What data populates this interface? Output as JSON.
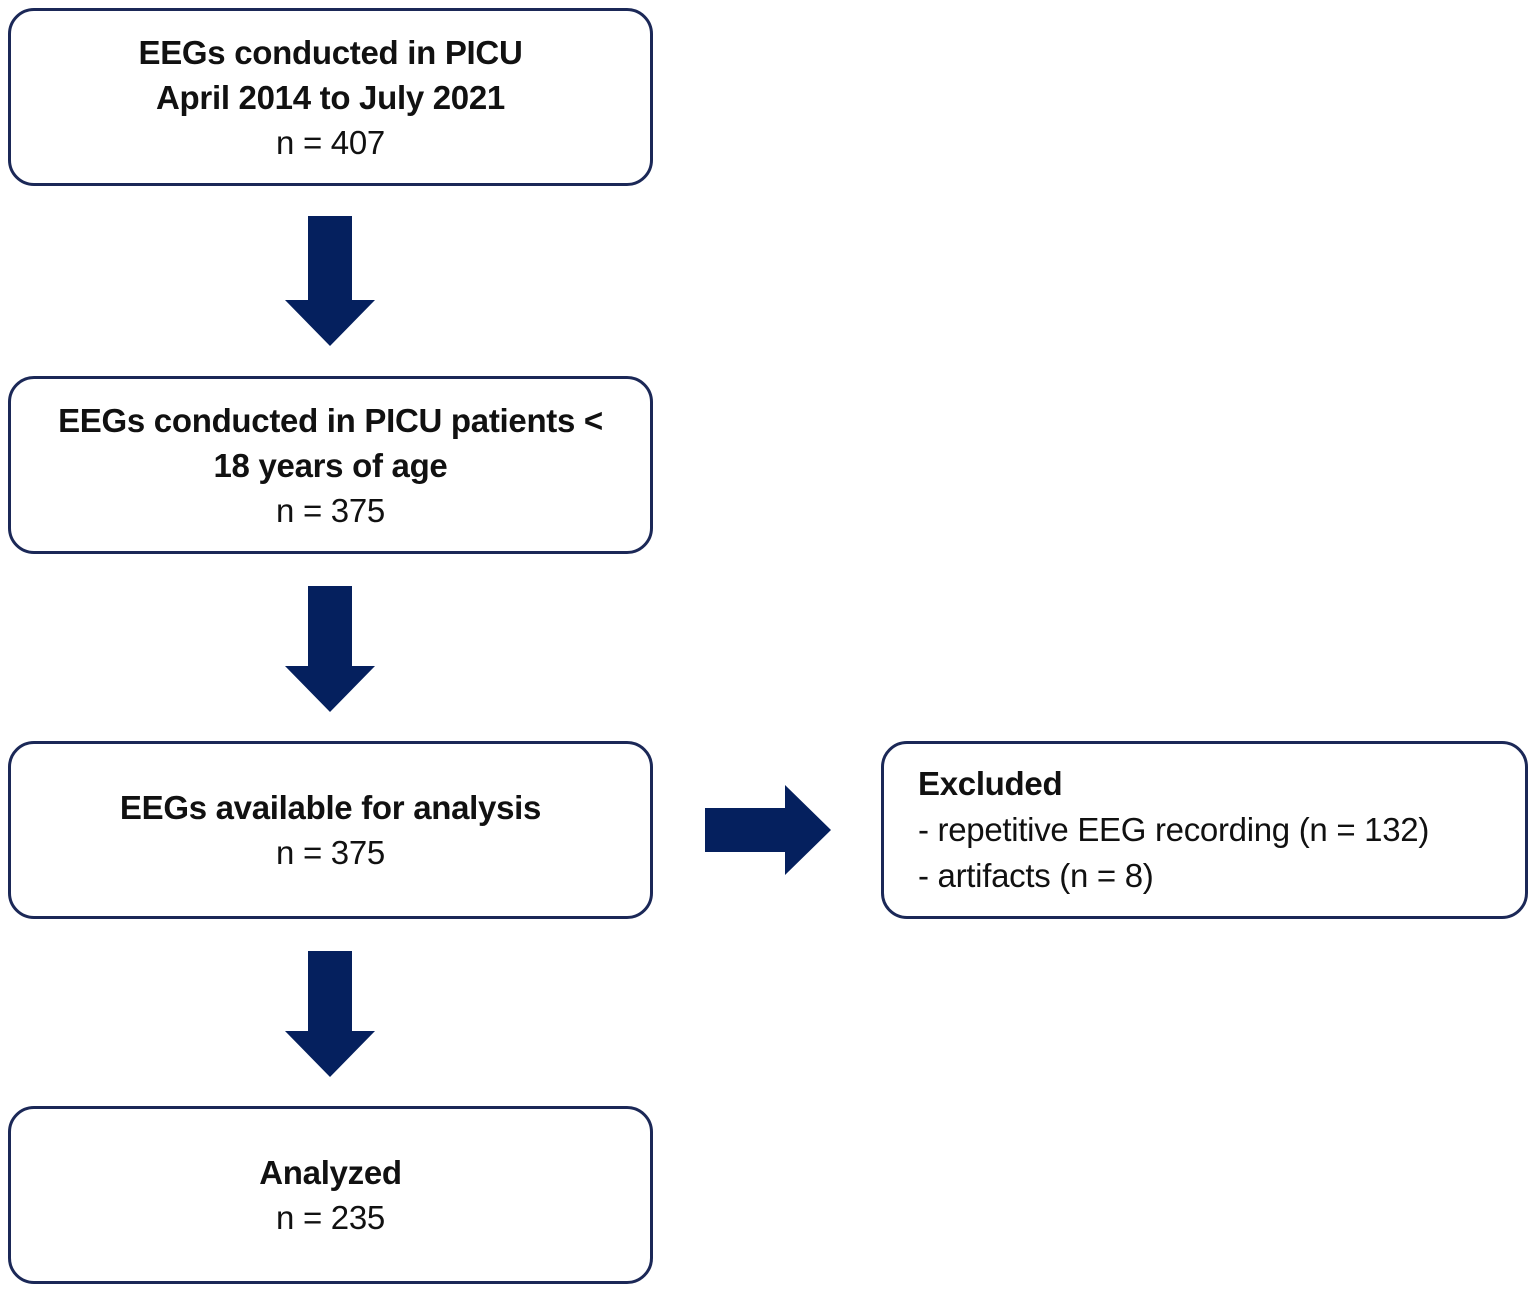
{
  "boxes": {
    "eegs_picu": {
      "title_line1": "EEGs conducted in PICU",
      "title_line2": "April 2014 to July 2021",
      "count": "n = 407"
    },
    "eegs_under_18": {
      "title_line1": "EEGs conducted in PICU patients <",
      "title_line2": "18 years of age",
      "count": "n = 375"
    },
    "eegs_available": {
      "title": "EEGs available for analysis",
      "count": "n = 375"
    },
    "excluded": {
      "title": "Excluded",
      "items": [
        "- repetitive EEG recording (n = 132)",
        "- artifacts (n = 8)"
      ]
    },
    "analyzed": {
      "title": "Analyzed",
      "count": "n = 235"
    }
  },
  "colors": {
    "arrow_fill": "#05205e",
    "box_border": "#1b2857"
  }
}
